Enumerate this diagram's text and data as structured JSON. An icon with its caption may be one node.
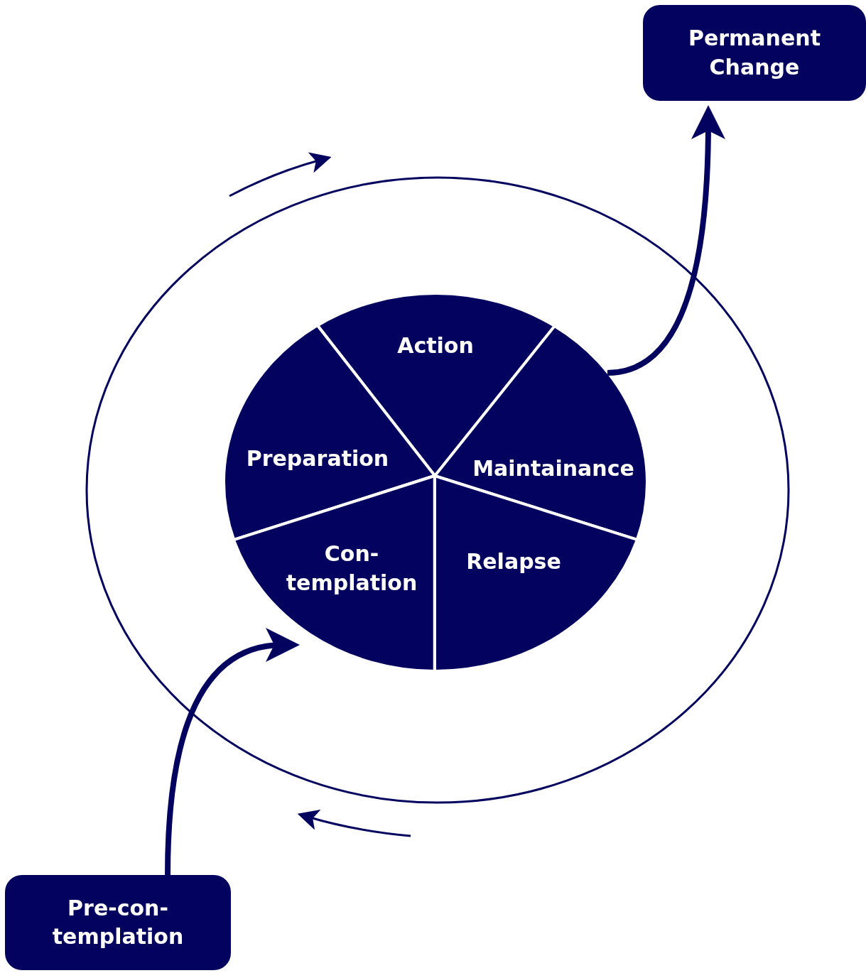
{
  "diagram": {
    "nodes": [
      {
        "text": [
          "Permanent Change"
        ]
      },
      {
        "text": [
          "Action"
        ]
      },
      {
        "text": [
          "Preparation"
        ]
      },
      {
        "text": [
          "Maintainance"
        ]
      },
      {
        "text": [
          "Con- templation"
        ]
      },
      {
        "text": [
          "Relapse"
        ]
      },
      {
        "text": [
          "Pre-con- templation"
        ]
      }
    ],
    "edges": [
      {
        "from": 6,
        "to": 4,
        "arrow": "to"
      },
      {
        "from": 3,
        "to": 0,
        "arrow": "to"
      }
    ]
  }
}
